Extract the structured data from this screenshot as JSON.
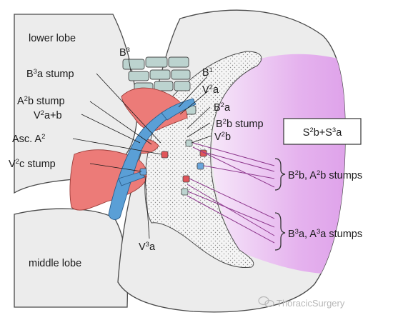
{
  "regions": {
    "lower_lobe": "lower lobe",
    "middle_lobe": "middle lobe"
  },
  "box": {
    "label": [
      {
        "t": "S"
      },
      {
        "t": "2",
        "s": 1
      },
      {
        "t": "b+S"
      },
      {
        "t": "3",
        "s": 1
      },
      {
        "t": "a"
      }
    ]
  },
  "labels": {
    "b3": [
      {
        "t": "B"
      },
      {
        "t": "3",
        "s": 1
      }
    ],
    "b3a_stump": [
      {
        "t": "B"
      },
      {
        "t": "3",
        "s": 1
      },
      {
        "t": "a stump"
      }
    ],
    "a2b_stump": [
      {
        "t": "A"
      },
      {
        "t": "2",
        "s": 1
      },
      {
        "t": "b stump"
      }
    ],
    "v2ab": [
      {
        "t": "V"
      },
      {
        "t": "2",
        "s": 1
      },
      {
        "t": "a+b"
      }
    ],
    "asc_a2": [
      {
        "t": "Asc. A"
      },
      {
        "t": "2",
        "s": 1
      }
    ],
    "v2c_stump": [
      {
        "t": "V"
      },
      {
        "t": "2",
        "s": 1
      },
      {
        "t": "c stump"
      }
    ],
    "v3a": [
      {
        "t": "V"
      },
      {
        "t": "3",
        "s": 1
      },
      {
        "t": "a"
      }
    ],
    "b1": [
      {
        "t": "B"
      },
      {
        "t": "1",
        "s": 1
      }
    ],
    "v2a": [
      {
        "t": "V"
      },
      {
        "t": "2",
        "s": 1
      },
      {
        "t": "a"
      }
    ],
    "b2a": [
      {
        "t": "B"
      },
      {
        "t": "2",
        "s": 1
      },
      {
        "t": "a"
      }
    ],
    "b2b_stump": [
      {
        "t": "B"
      },
      {
        "t": "2",
        "s": 1
      },
      {
        "t": "b stump"
      }
    ],
    "v2b": [
      {
        "t": "V"
      },
      {
        "t": "2",
        "s": 1
      },
      {
        "t": "b"
      }
    ],
    "b2b_a2b_stumps": [
      {
        "t": "B"
      },
      {
        "t": "2",
        "s": 1
      },
      {
        "t": "b, A"
      },
      {
        "t": "2",
        "s": 1
      },
      {
        "t": "b stumps"
      }
    ],
    "b3a_a3a_stumps": [
      {
        "t": "B"
      },
      {
        "t": "3",
        "s": 1
      },
      {
        "t": "a, A"
      },
      {
        "t": "3",
        "s": 1
      },
      {
        "t": "a stumps"
      }
    ]
  },
  "watermark": "ThoracicSurgery",
  "colors": {
    "lung": "#ececec",
    "lung_outline": "#4a4a4a",
    "segment_fill": "#e7b6ef",
    "artery": "#ec7b78",
    "vein": "#5a9fd6",
    "bronchus": "#bcd3cf",
    "stump_line": "#8f3a8f"
  }
}
